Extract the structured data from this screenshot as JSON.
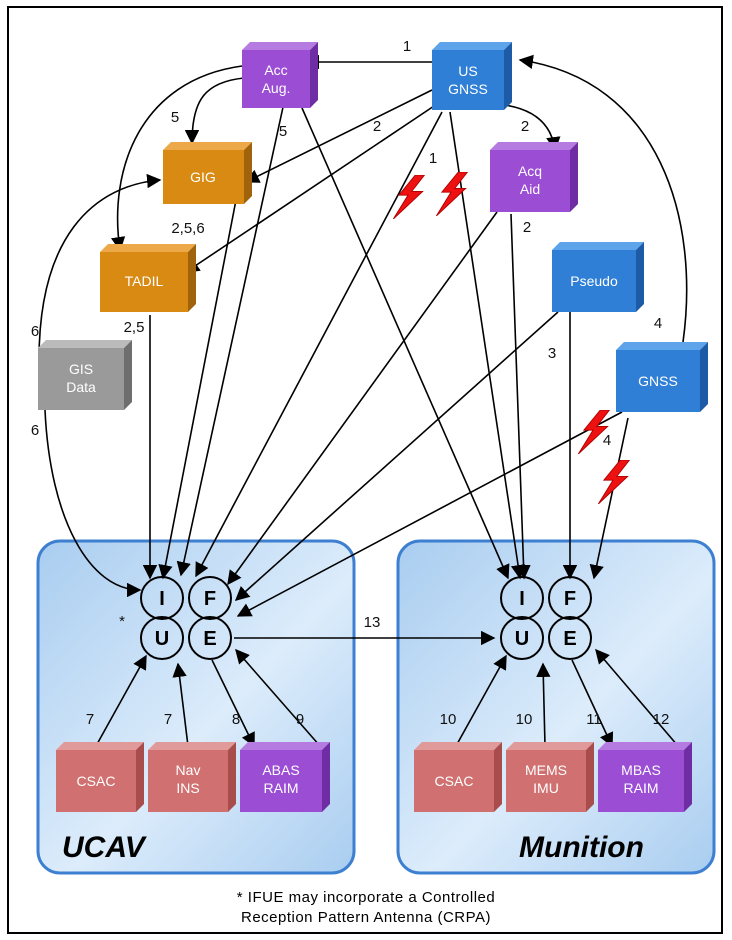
{
  "boxes": {
    "acc_aug": "Acc Aug.",
    "us_gnss": "US GNSS",
    "gig": "GIG",
    "acq_aid": "Acq Aid",
    "tadil": "TADIL",
    "pseudo": "Pseudo",
    "gis_data": "GIS Data",
    "gnss": "GNSS",
    "csac_ucav": "CSAC",
    "nav_ins": "Nav INS",
    "abas_raim": "ABAS RAIM",
    "csac_munition": "CSAC",
    "mems_imu": "MEMS IMU",
    "mbas_raim": "MBAS RAIM"
  },
  "ifue_letters": [
    "I",
    "F",
    "U",
    "E"
  ],
  "ifue_asterisk": "*",
  "panels": {
    "ucav": "UCAV",
    "munition": "Munition"
  },
  "numbers": {
    "n1a": "1",
    "n1b": "1",
    "n2a": "2",
    "n2b": "2",
    "n2c": "2",
    "n5a": "5",
    "n5b": "5",
    "n256": "2,5,6",
    "n25": "2,5",
    "n6a": "6",
    "n6b": "6",
    "n3": "3",
    "n4a": "4",
    "n4b": "4",
    "n7a": "7",
    "n7b": "7",
    "n8": "8",
    "n9": "9",
    "n10a": "10",
    "n10b": "10",
    "n11": "11",
    "n12": "12",
    "n13": "13"
  },
  "footnote": {
    "line1": "* IFUE may incorporate a Controlled",
    "line2": "Reception Pattern Antenna (CRPA)"
  },
  "colors": {
    "purple": "#9b4dd4",
    "blue": "#2f7fd6",
    "orange": "#d88a12",
    "gray": "#9a9a9a",
    "salmon": "#d07070",
    "lightning": "#ee1111",
    "panel_fill": "#bcd8f2",
    "panel_border": "#3d7fd0"
  }
}
